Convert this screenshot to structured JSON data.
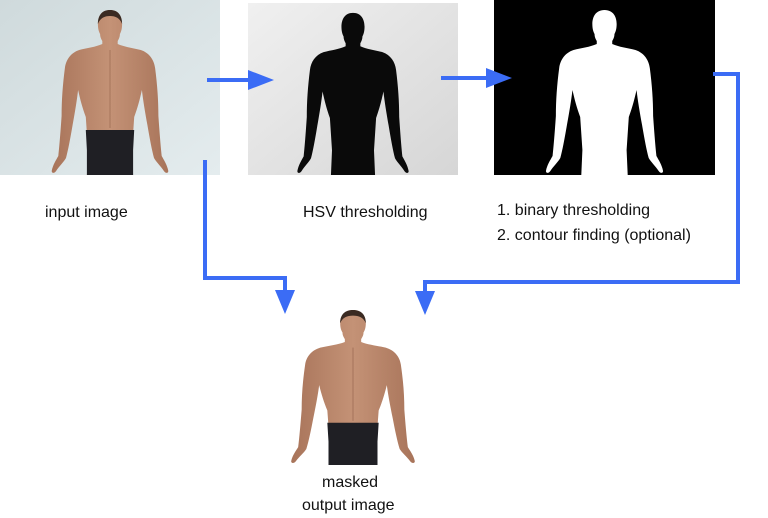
{
  "stages": {
    "input": {
      "label": "input image"
    },
    "hsv": {
      "label": "HSV thresholding"
    },
    "binary": {
      "steps": [
        "1. binary thresholding",
        "2. contour finding (optional)"
      ]
    },
    "output": {
      "label_line1": "masked",
      "label_line2": "output image"
    }
  },
  "colors": {
    "arrow": "#3b6cf5",
    "skin": "#b98667",
    "shorts": "#1f1f24",
    "hsv_background": "#e6e6e6",
    "input_background": "#d7e1e4",
    "silhouette_dark": "#0a0a0a",
    "mask_white": "#ffffff"
  }
}
